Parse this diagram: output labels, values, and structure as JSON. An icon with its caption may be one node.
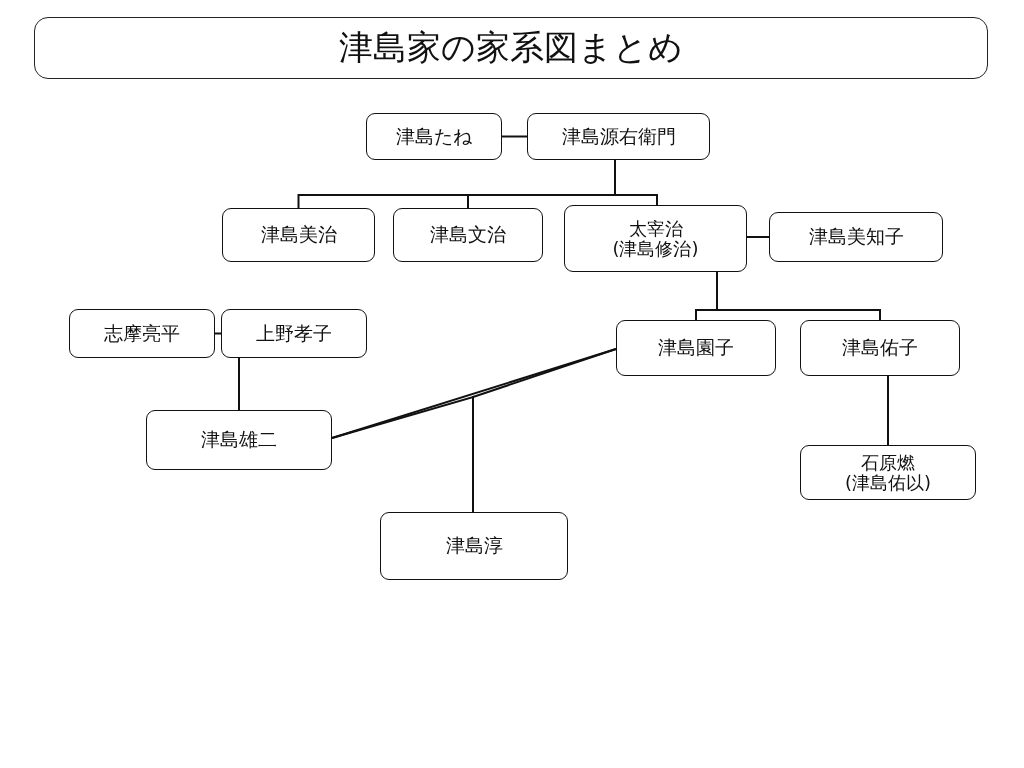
{
  "diagram": {
    "title": "津島家の家系図まとめ",
    "nodes": [
      {
        "text": [
          "津島たね"
        ]
      },
      {
        "text": [
          "津島源右衛門"
        ]
      },
      {
        "text": [
          "津島美治"
        ]
      },
      {
        "text": [
          "津島文治"
        ]
      },
      {
        "text": [
          "太宰治",
          "(津島修治)"
        ]
      },
      {
        "text": [
          "津島美知子"
        ]
      },
      {
        "text": [
          "志摩亮平"
        ]
      },
      {
        "text": [
          "上野孝子"
        ]
      },
      {
        "text": [
          "津島園子"
        ]
      },
      {
        "text": [
          "津島佑子"
        ]
      },
      {
        "text": [
          "津島雄二"
        ]
      },
      {
        "text": [
          "石原燃",
          "(津島佑以)"
        ]
      },
      {
        "text": [
          "津島淳"
        ]
      }
    ],
    "edges": [
      {
        "from": 0,
        "to": 1,
        "arrow": "none"
      },
      {
        "from": 1,
        "to": 2,
        "arrow": "none"
      },
      {
        "from": 1,
        "to": 3,
        "arrow": "none"
      },
      {
        "from": 1,
        "to": 4,
        "arrow": "none"
      },
      {
        "from": 4,
        "to": 5,
        "arrow": "none"
      },
      {
        "from": 6,
        "to": 7,
        "arrow": "none"
      },
      {
        "from": 4,
        "to": 8,
        "arrow": "none"
      },
      {
        "from": 4,
        "to": 9,
        "arrow": "none"
      },
      {
        "from": 7,
        "to": 10,
        "arrow": "none"
      },
      {
        "from": 8,
        "to": 10,
        "arrow": "none"
      },
      {
        "from": 8,
        "to": 12,
        "arrow": "none"
      },
      {
        "from": 10,
        "to": 12,
        "arrow": "none"
      },
      {
        "from": 9,
        "to": 11,
        "arrow": "none"
      }
    ]
  }
}
